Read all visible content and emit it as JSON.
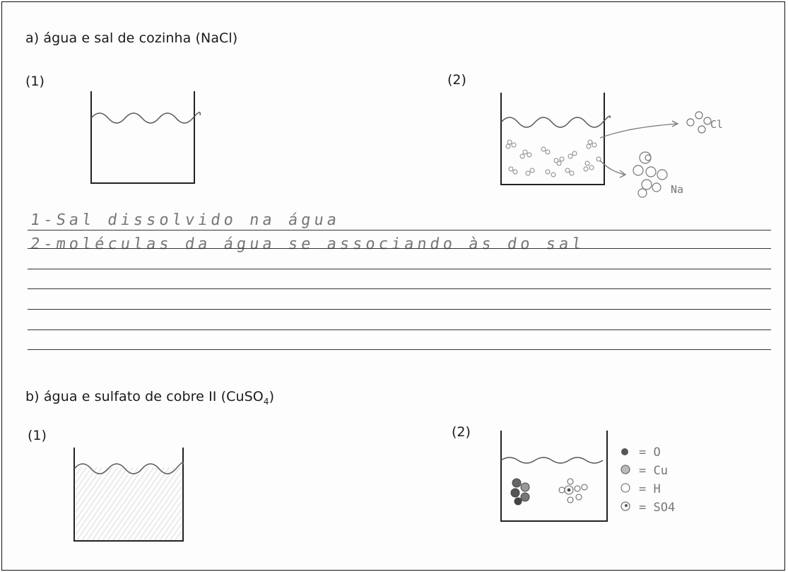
{
  "part_a": {
    "title": "a) água e sal de cozinha (NaCl)",
    "label_1": "(1)",
    "label_2": "(2)",
    "annotation_cl": "Cl",
    "annotation_na": "Na",
    "answer_lines": [
      "1-Sal dissolvido na água",
      "2-moléculas da água se associando às do sal"
    ]
  },
  "part_b": {
    "title_prefix": "b) água e sulfato de cobre II (CuSO",
    "title_subscript": "4",
    "title_suffix": ")",
    "label_1": "(1)",
    "label_2": "(2)",
    "legend": [
      {
        "icon": "filled-circle-icon",
        "text": "= O"
      },
      {
        "icon": "hatched-circle-icon",
        "text": "= Cu"
      },
      {
        "icon": "open-circle-icon",
        "text": "= H"
      },
      {
        "icon": "dotted-circle-icon",
        "text": "= SO4"
      }
    ]
  }
}
